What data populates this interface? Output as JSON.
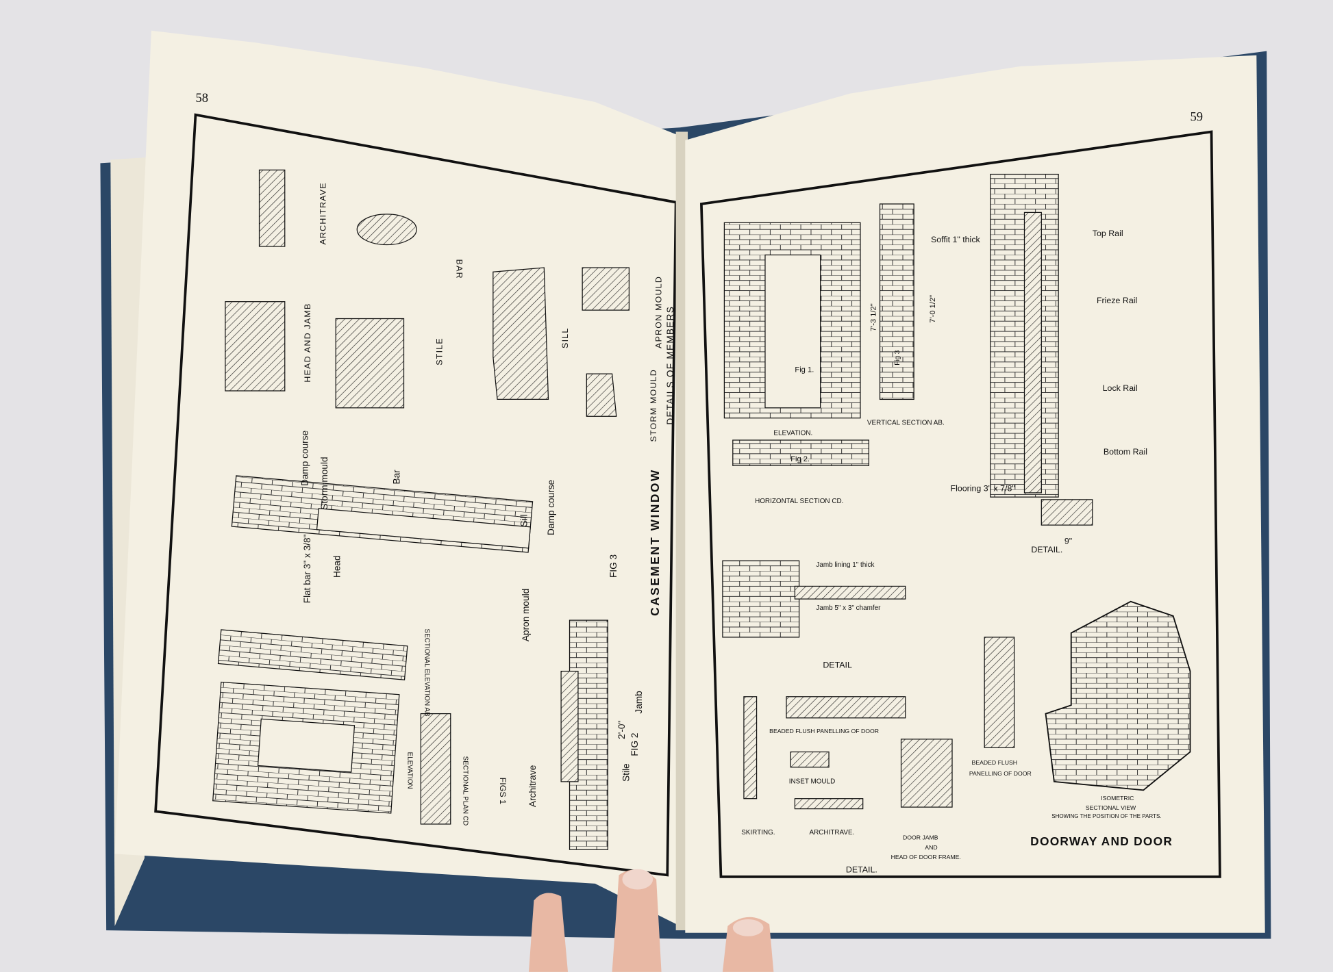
{
  "left_page": {
    "page_number": "58",
    "title": "CASEMENT WINDOW",
    "subtitle": "DETAILS OF MEMBERS",
    "member_labels": [
      "ARCHITRAVE",
      "BAR",
      "HEAD AND JAMB",
      "STILE",
      "SILL",
      "APRON MOULD",
      "STORM MOULD"
    ],
    "fig3_labels": {
      "damp_course_top": "Damp course",
      "storm_mould": "Storm mould",
      "bar": "Bar",
      "sill": "Sill",
      "damp_course_bottom": "Damp course",
      "flat_bar": "Flat bar 3\" x 3/8\"",
      "head": "Head",
      "apron_mould": "Apron mould",
      "fig": "FIG 3"
    },
    "fig1_labels": {
      "sectional_elevation": "SECTIONAL ELEVATION AB",
      "elevation": "ELEVATION",
      "sectional_plan": "SECTIONAL PLAN CD",
      "fig": "FIGS 1"
    },
    "fig2_labels": {
      "architrave": "Architrave",
      "jamb": "Jamb",
      "stile": "Stile",
      "dimension": "2'-0\"",
      "fig": "FIG 2"
    }
  },
  "right_page": {
    "page_number": "59",
    "title": "DOORWAY AND DOOR",
    "labels": {
      "soffit": "Soffit 1\" thick",
      "top_rail": "Top Rail",
      "frieze_rail": "Frieze Rail",
      "lock_rail": "Lock Rail",
      "bottom_rail": "Bottom Rail",
      "flooring": "Flooring 3\" x 7/8\"",
      "detail_right": "DETAIL.",
      "elevation": "ELEVATION.",
      "vertical_section": "VERTICAL SECTION AB.",
      "fig1": "Fig 1.",
      "fig2": "Fig 2.",
      "fig3": "Fig 3",
      "horizontal_section": "HORIZONTAL SECTION CD.",
      "detail_mid": "DETAIL",
      "jamb_lining": "Jamb lining 1\" thick",
      "jamb_chamfer": "Jamb 5\" x 3\" chamfer",
      "beaded_flush": "BEADED FLUSH PANELLING OF DOOR",
      "beaded_flush_2a": "BEADED FLUSH",
      "beaded_flush_2b": "PANELLING OF DOOR",
      "skirting": "SKIRTING.",
      "architrave": "ARCHITRAVE.",
      "inset_mould": "INSET MOULD",
      "door_jamb_1": "DOOR JAMB",
      "door_jamb_2": "AND",
      "door_jamb_3": "HEAD OF DOOR FRAME.",
      "isometric_1": "ISOMETRIC",
      "isometric_2": "SECTIONAL VIEW",
      "isometric_3": "SHOWING THE POSITION OF THE PARTS.",
      "detail_bottom": "DETAIL.",
      "dim_7_0": "7'-0 1/2\"",
      "dim_7_3": "7'-3 1/2\"",
      "dim_9": "9\""
    }
  },
  "colors": {
    "background": "#e4e3e6",
    "paper": "#f4f0e3",
    "cover": "#2b4766",
    "ink": "#111111",
    "skin": "#e8b8a4"
  }
}
